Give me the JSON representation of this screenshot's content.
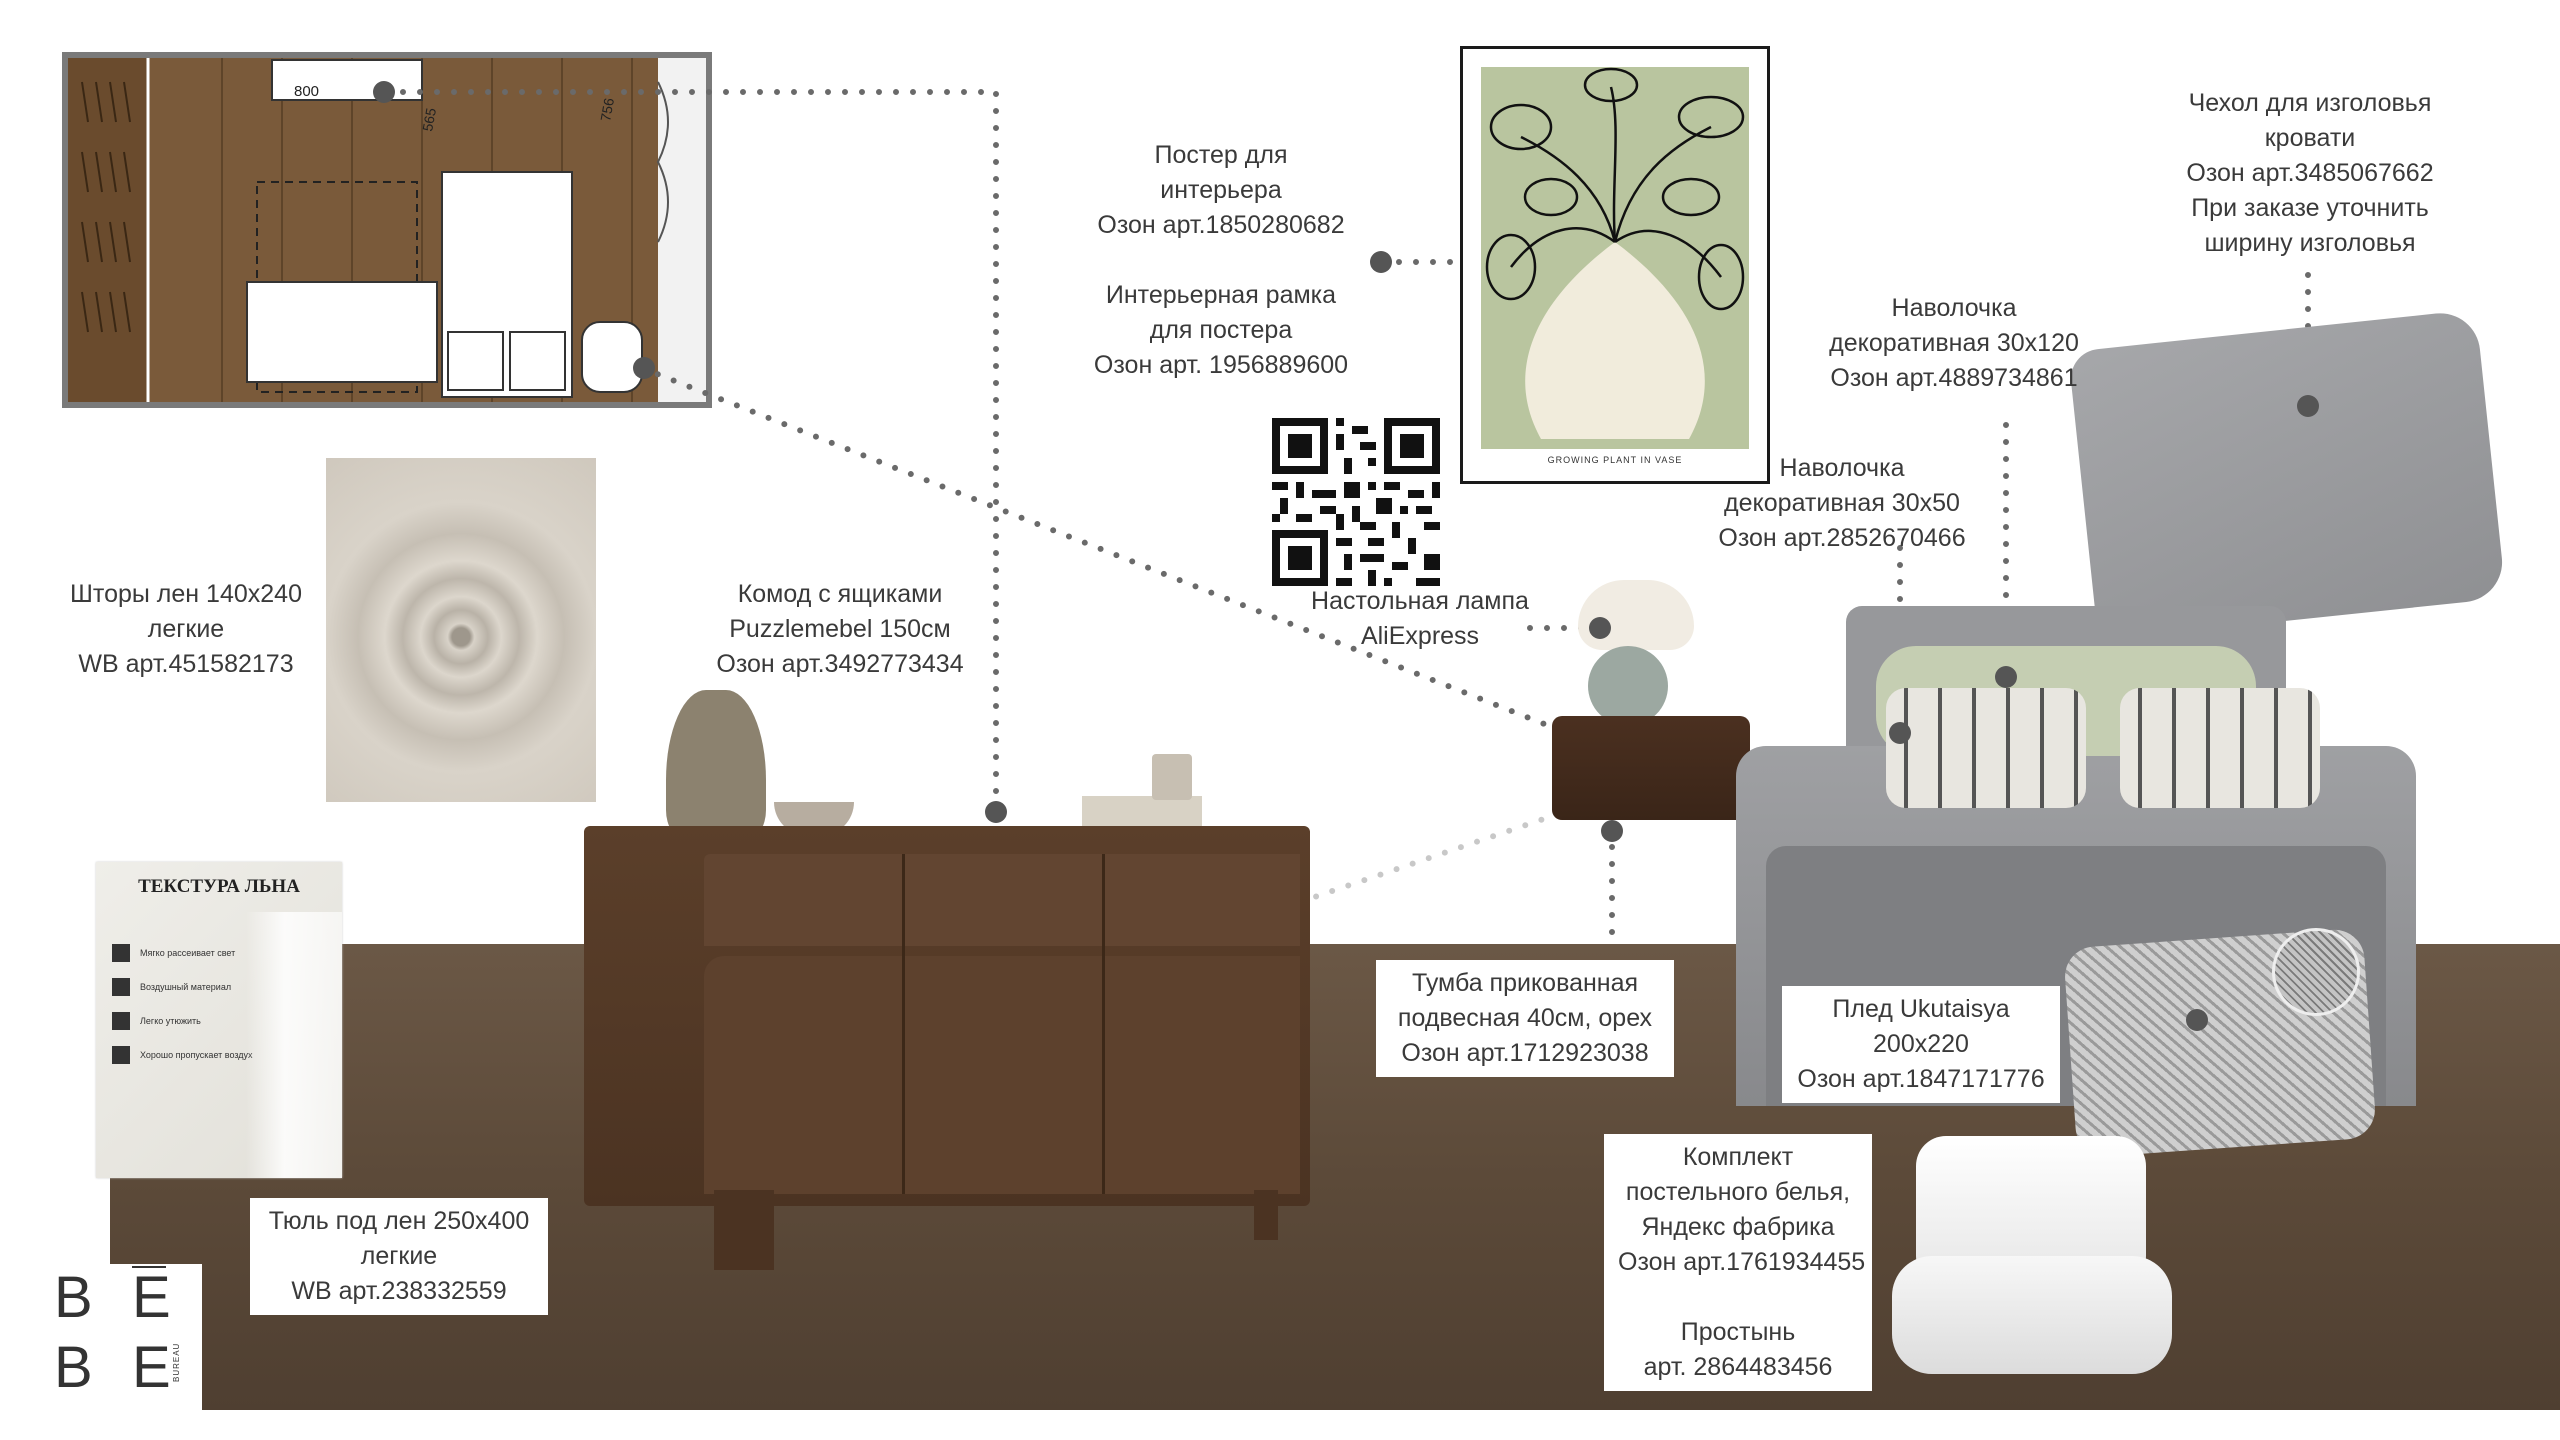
{
  "floorplan": {
    "dim_top": "800",
    "dim_side_a": "565",
    "dim_side_b": "756"
  },
  "poster": {
    "lines": [
      "Постер для",
      "интерьера",
      "Озон арт.1850280682",
      "",
      "Интерьерная рамка",
      "для постера",
      "Озон арт. 1956889600"
    ],
    "caption": "GROWING PLANT IN VASE"
  },
  "headboard_cover": {
    "lines": [
      "Чехол для изголовья",
      "кровати",
      "Озон арт.3485067662",
      "При заказе уточнить",
      "ширину изголовья"
    ]
  },
  "pillow_30x120": {
    "lines": [
      "Наволочка",
      "декоративная 30х120",
      "Озон арт.4889734861"
    ]
  },
  "pillow_30x50": {
    "lines": [
      "Наволочка",
      "декоративная 30х50",
      "Озон арт.2852670466"
    ]
  },
  "curtains": {
    "lines": [
      "Шторы лен 140х240",
      "легкие",
      "WB арт.451582173"
    ]
  },
  "dresser": {
    "lines": [
      "Комод с ящиками",
      "Puzzlemebel 150см",
      "Озон арт.3492773434"
    ]
  },
  "lamp": {
    "lines": [
      "Настольная лампа",
      "AliExpress"
    ]
  },
  "nightstand": {
    "lines": [
      "Тумба прикованная",
      "подвесная 40см, орех",
      "Озон арт.1712923038"
    ]
  },
  "plaid": {
    "lines": [
      "Плед Ukutaisya",
      "200х220",
      "Озон арт.1847171776"
    ]
  },
  "bedding": {
    "lines": [
      "Комплект",
      "постельного белья,",
      "Яндекс фабрика",
      "Озон арт.1761934455",
      "",
      "Простынь",
      "арт. 2864483456"
    ]
  },
  "tulle": {
    "lines": [
      "Тюль под лен 250х400",
      "легкие",
      "WB арт.238332559"
    ]
  },
  "linen_card": {
    "title": "ТЕКСТУРА ЛЬНА",
    "features": [
      "Мягко рассеивает свет",
      "Воздушный материал",
      "Легко утюжить",
      "Хорошо пропускает воздух"
    ]
  },
  "logo": {
    "letters": [
      "B",
      "E",
      "B",
      "E"
    ],
    "sub": "BUREAU"
  },
  "colors": {
    "floor": "#5e4a38",
    "wood": "#5a3e2a",
    "sage": "#b7c39a",
    "grey_fabric": "#9a9b9e",
    "dot": "#555555"
  }
}
